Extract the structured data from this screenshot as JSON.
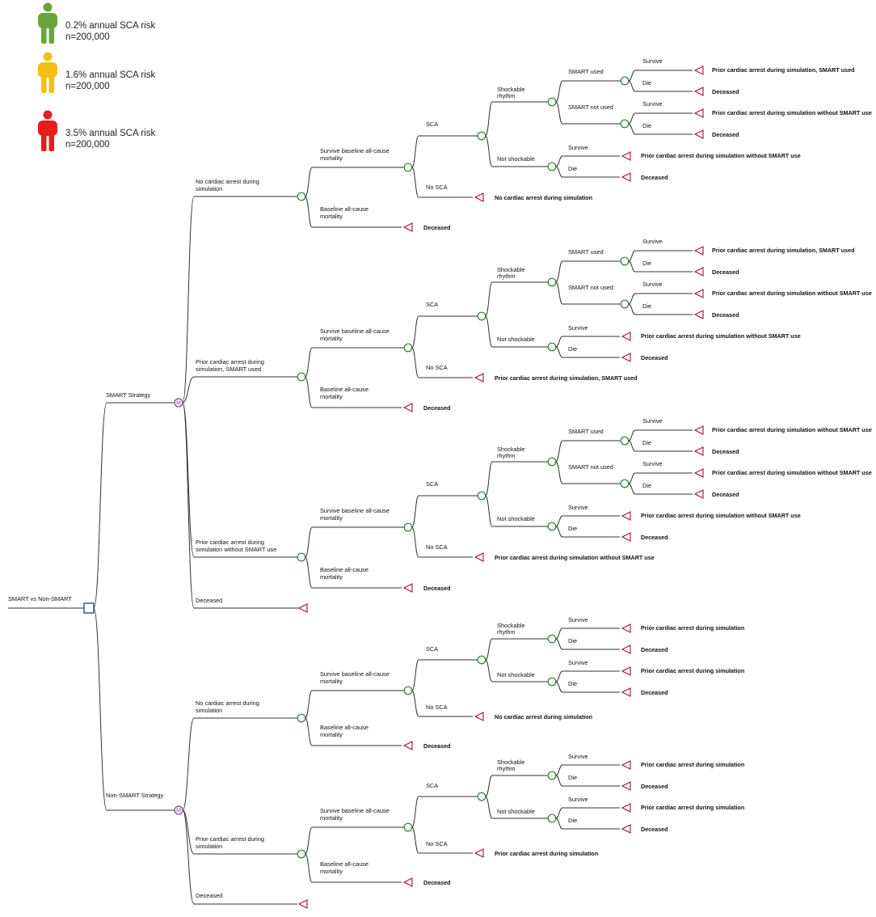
{
  "legend": [
    {
      "risk_text": "0.2% annual SCA risk",
      "n_text": "n=200,000",
      "color": "#6aa53a",
      "icon": "person-icon"
    },
    {
      "risk_text": "1.6% annual SCA risk",
      "n_text": "n=200,000",
      "color": "#f5bf1a",
      "icon": "person-icon"
    },
    {
      "risk_text": "3.5% annual SCA risk",
      "n_text": "n=200,000",
      "color": "#e81c1c",
      "icon": "person-icon"
    }
  ],
  "colors": {
    "line": "#333333",
    "chance_node": "#2e7d32",
    "decision_node": "#1f3c7a",
    "markov_node": "#7b3fa0",
    "terminal": "#a3122a"
  },
  "root": {
    "label": "SMART vs Non-SMART"
  },
  "strategies": {
    "smart": "SMART Strategy",
    "non_smart": "Non-SMART Strategy"
  },
  "markov_symbol": "M",
  "labels": {
    "no_arrest_1": "No cardiac arrest during",
    "no_arrest_2": "simulation",
    "prior_used_1": "Prior cardiac arrest during",
    "prior_used_2": "simulation, SMART used",
    "prior_without_1": "Prior cardiac arrest during",
    "prior_without_2": "simulation without SMART use",
    "prior_1": "Prior cardiac arrest during",
    "prior_2": "simulation",
    "deceased": "Deceased",
    "survive_baseline_1": "Survive baseline all-cause",
    "survive_baseline_2": "mortality",
    "baseline_1": "Baseline all-cause",
    "baseline_2": "mortality",
    "sca": "SCA",
    "no_sca": "No SCA",
    "shockable_1": "Shockable",
    "shockable_2": "rhythm",
    "not_shockable": "Not shockable",
    "smart_used": "SMART used",
    "smart_not_used": "SMART not used",
    "survive": "Survive",
    "die": "Die"
  },
  "terminals": {
    "deceased": "Deceased",
    "no_arrest": "No cardiac arrest during simulation",
    "prior_used": "Prior cardiac arrest during simulation, SMART used",
    "prior_without": "Prior cardiac arrest during simulation without SMART use",
    "prior": "Prior cardiac arrest during simulation"
  },
  "diagram": {
    "smart": [
      {
        "label_keys": [
          "no_arrest_1",
          "no_arrest_2"
        ],
        "no_sca_terminal": "no_arrest",
        "used_survive_terminal": "prior_used",
        "notused_survive_terminal": "prior_without",
        "notshock_survive_terminal": "prior_without"
      },
      {
        "label_keys": [
          "prior_used_1",
          "prior_used_2"
        ],
        "no_sca_terminal": "prior_used",
        "used_survive_terminal": "prior_used",
        "notused_survive_terminal": "prior_without",
        "notshock_survive_terminal": "prior_without"
      },
      {
        "label_keys": [
          "prior_without_1",
          "prior_without_2"
        ],
        "no_sca_terminal": "prior_without",
        "used_survive_terminal": "prior_without",
        "notused_survive_terminal": "prior_without",
        "notshock_survive_terminal": "prior_without"
      }
    ],
    "non_smart": [
      {
        "label_keys": [
          "no_arrest_1",
          "no_arrest_2"
        ],
        "no_sca_terminal": "no_arrest",
        "shock_survive_terminal": "prior",
        "notshock_survive_terminal": "prior"
      },
      {
        "label_keys": [
          "prior_1",
          "prior_2"
        ],
        "no_sca_terminal": "prior",
        "shock_survive_terminal": "prior",
        "notshock_survive_terminal": "prior"
      }
    ]
  }
}
